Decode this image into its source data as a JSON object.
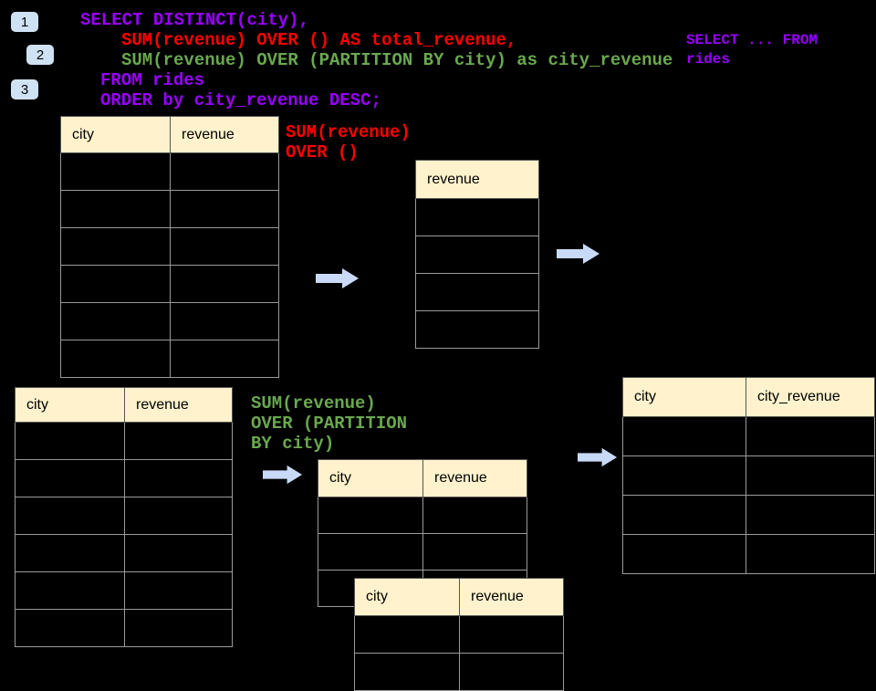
{
  "badges": [
    {
      "label": "1"
    },
    {
      "label": "2"
    },
    {
      "label": "3"
    }
  ],
  "sql": {
    "line1": "SELECT DISTINCT(city),",
    "line2": "SUM(revenue) OVER () AS total_revenue,",
    "line3": "SUM(revenue) OVER (PARTITION BY city) as city_revenue",
    "line4": "FROM rides",
    "line5": "ORDER by city_revenue DESC;"
  },
  "side_note": {
    "line1": "SELECT ... FROM",
    "line2": "rides"
  },
  "labels": {
    "total": {
      "line1": "SUM(revenue)",
      "line2": "OVER ()"
    },
    "partition": {
      "line1": "SUM(revenue)",
      "line2": "OVER (PARTITION",
      "line3": "BY city)"
    }
  },
  "tables": {
    "source_top": {
      "headers": [
        "city",
        "revenue"
      ],
      "rows": 6
    },
    "total_result": {
      "headers": [
        "revenue"
      ],
      "rows": 4
    },
    "source_bottom": {
      "headers": [
        "city",
        "revenue"
      ],
      "rows": 6
    },
    "partition_mid": {
      "headers": [
        "city",
        "revenue"
      ],
      "rows": 3
    },
    "partition_overlay": {
      "headers": [
        "city",
        "revenue"
      ],
      "rows": 2
    },
    "final_result": {
      "headers": [
        "city",
        "city_revenue"
      ],
      "rows": 4
    }
  },
  "colors": {
    "background": "#000000",
    "sql_purple": "#9900FF",
    "sql_red": "#FF0000",
    "sql_green": "#6AA84F",
    "table_header_bg": "#FFF2CC",
    "table_border": "#9A9A9A",
    "arrow_fill": "#C9DAF8",
    "badge_bg": "#CFE2F3"
  }
}
